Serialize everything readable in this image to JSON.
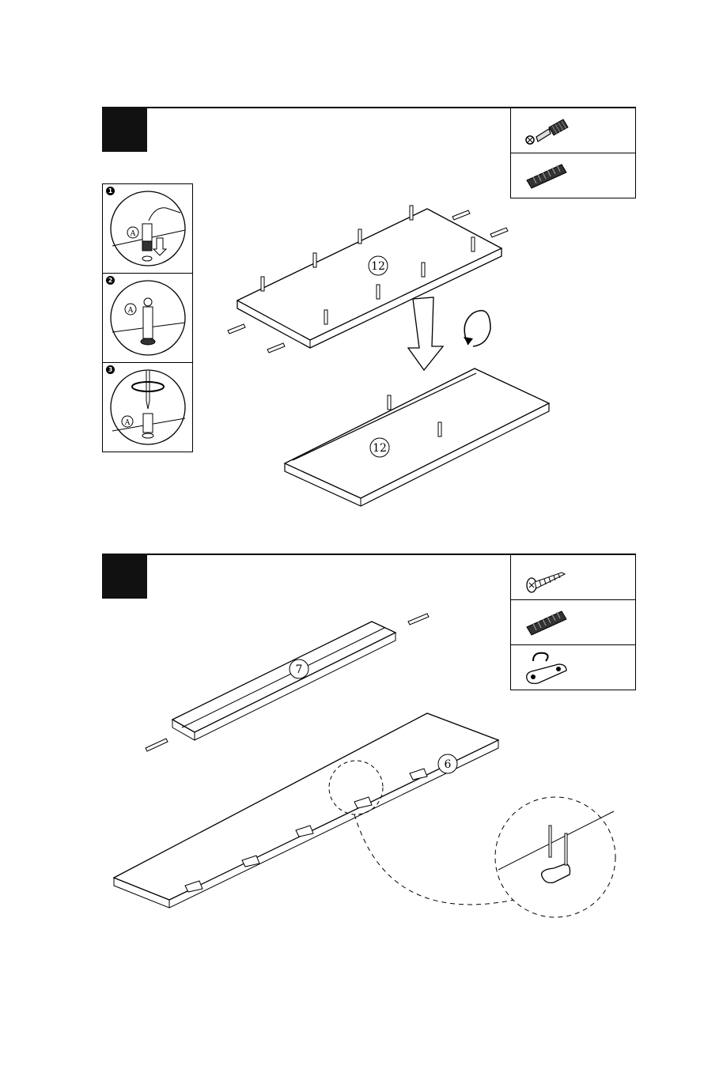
{
  "step1": {
    "panel_label_top": "12",
    "panel_label_bottom": "12",
    "sub_steps": [
      {
        "number": "1",
        "part_label": "A"
      },
      {
        "number": "2",
        "part_label": "A"
      },
      {
        "number": "3",
        "part_label": "A"
      }
    ],
    "hardware": [
      {
        "icon": "cam-lock-bolt-icon"
      },
      {
        "icon": "wood-dowel-icon"
      }
    ]
  },
  "step2": {
    "rail_label": "7",
    "board_label": "6",
    "hardware": [
      {
        "icon": "screw-icon"
      },
      {
        "icon": "wood-dowel-icon"
      },
      {
        "icon": "coat-hook-icon"
      }
    ]
  }
}
